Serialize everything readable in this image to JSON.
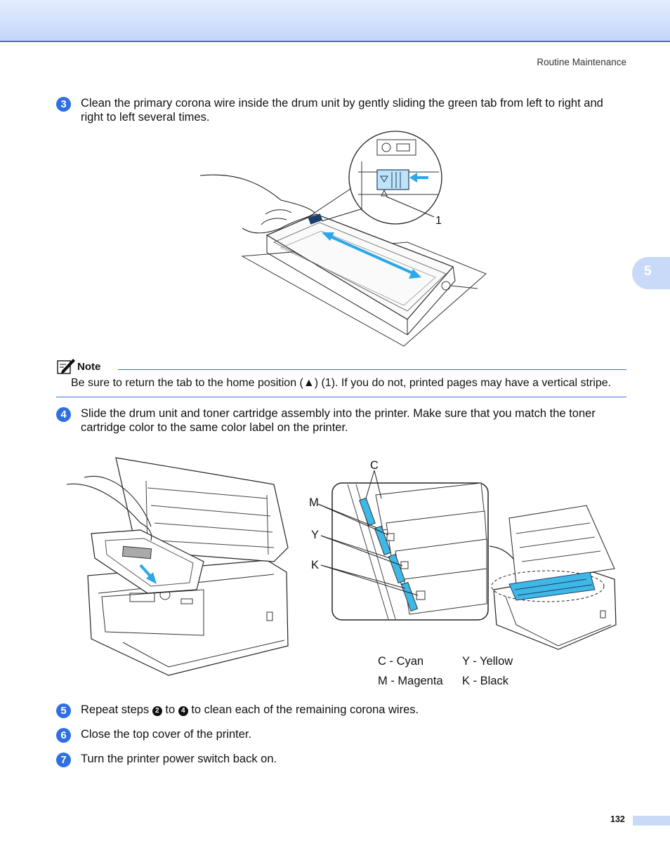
{
  "header": {
    "running_head": "Routine Maintenance"
  },
  "side_tab": {
    "chapter": "5"
  },
  "steps": [
    {
      "num": "3",
      "text": "Clean the primary corona wire inside the drum unit by gently sliding the green tab from left to right and right to left several times."
    },
    {
      "num": "4",
      "text": "Slide the drum unit and toner cartridge assembly into the printer. Make sure that you match the toner cartridge color to the same color label on the printer."
    },
    {
      "num": "5",
      "pre": "Repeat steps ",
      "ref_a": "2",
      "mid": " to ",
      "ref_b": "4",
      "post": " to clean each of the remaining corona wires."
    },
    {
      "num": "6",
      "text": "Close the top cover of the printer."
    },
    {
      "num": "7",
      "text": "Turn the printer power switch back on."
    }
  ],
  "figure1": {
    "callout": "1"
  },
  "note": {
    "title": "Note",
    "text": "Be sure to return the tab to the home position (▲) (1). If you do not, printed pages may have a vertical stripe."
  },
  "figure2": {
    "labels": {
      "c": "C",
      "m": "M",
      "y": "Y",
      "k": "K"
    },
    "color_legend": {
      "cyan": "C - Cyan",
      "yellow": "Y - Yellow",
      "magenta": "M - Magenta",
      "black": "K - Black"
    },
    "toner_colors": {
      "cyan": "#3fb8e6",
      "outline": "#333333"
    }
  },
  "footer": {
    "page_number": "132"
  },
  "colors": {
    "accent": "#2f6fe0",
    "header_band": "#c9daf8"
  }
}
